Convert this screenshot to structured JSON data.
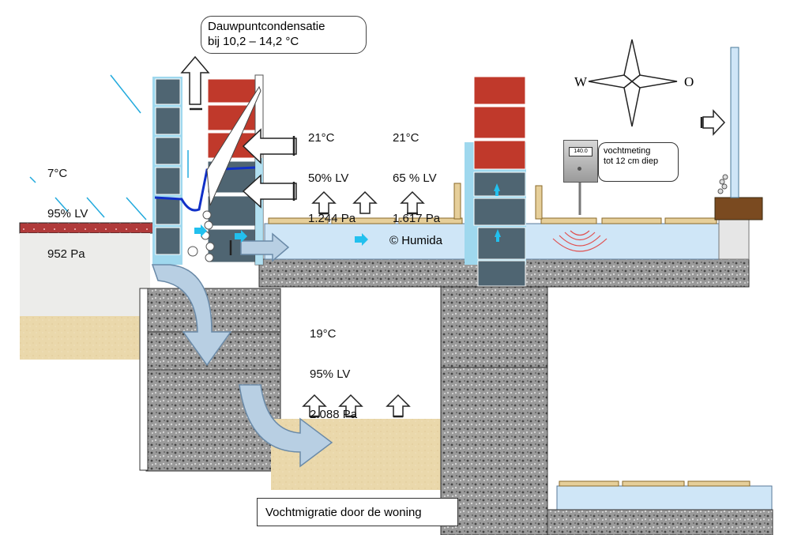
{
  "callout": {
    "line1": "Dauwpuntcondensatie",
    "line2": "bij 10,2 – 14,2 °C"
  },
  "outside": {
    "temp": "7°C",
    "rh": "95% LV",
    "pressure": "952 Pa"
  },
  "room_left": {
    "temp": "21°C",
    "rh": "50% LV",
    "pressure": "1.244 Pa"
  },
  "room_right": {
    "temp": "21°C",
    "rh": "65 % LV",
    "pressure": "1.617 Pa"
  },
  "crawlspace": {
    "temp": "19°C",
    "rh": "95% LV",
    "pressure": "2.088 Pa"
  },
  "probe": {
    "display": "140.0",
    "label_line1": "vochtmeting",
    "label_line2": "tot 12 cm diep"
  },
  "compass": {
    "west": "W",
    "east": "O"
  },
  "copyright": "© Humida",
  "caption": "Vochtmigratie door de woning",
  "colors": {
    "brick": "#c0392b",
    "block": "#4f6572",
    "moisture": "#9fd8ee",
    "sand": "#e9d7aa",
    "concrete": "#8a8a8a",
    "arrow": "#b8cfe3"
  }
}
